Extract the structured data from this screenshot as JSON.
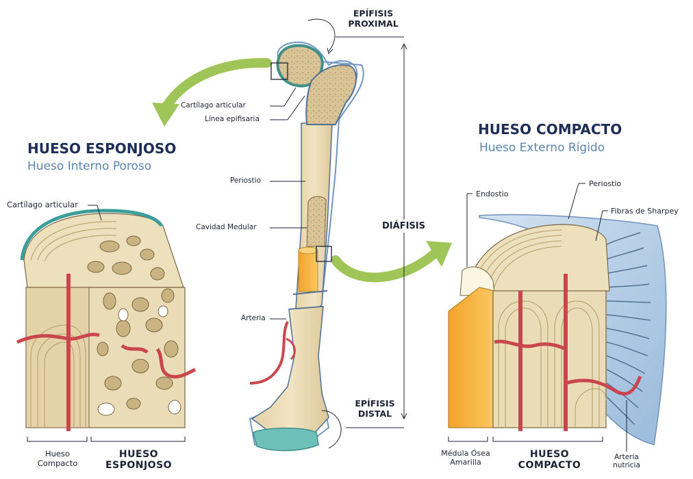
{
  "left_panel": {
    "title": "HUESO ESPONJOSO",
    "subtitle": "Hueso Interno Poroso",
    "cartilage_label": "Cartílago articular",
    "bottom_compact": "Hueso\nCompacto",
    "bottom_spongy": "HUESO\nESPONJOSO"
  },
  "center": {
    "epi_proximal": "EPÍFISIS\nPROXIMAL",
    "diafisis": "DIÁFISIS",
    "epi_distal": "EPÍFISIS\nDISTAL",
    "cartilago": "Cartílago articular",
    "linea": "Línea epifisaria",
    "periostio": "Periostio",
    "cavidad": "Cavidad Medular",
    "arteria": "Arteria"
  },
  "right_panel": {
    "title": "HUESO COMPACTO",
    "subtitle": "Hueso Externo Rígido",
    "endostio": "Endostio",
    "periostio": "Periostio",
    "fibras": "Fibras de Sharpey",
    "medula": "Médula Ósea\nAmarilla",
    "compacto": "HUESO\nCOMPACTO",
    "arteria_nutricia": "Arteria\nnutricia"
  },
  "colors": {
    "bone": "#ecdcb4",
    "bone_dark": "#d9c497",
    "marrow": "#f6b43a",
    "periosteum": "#8fb4d8",
    "cartilage": "#6fc0b8",
    "artery": "#c9464d",
    "arrow": "#9fc458",
    "title": "#1e2d56",
    "subtitle": "#5b84b0"
  }
}
